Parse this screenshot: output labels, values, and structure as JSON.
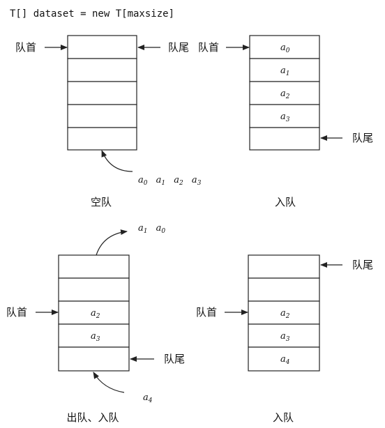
{
  "code_line": "T[] dataset = new T[maxsize]",
  "labels": {
    "front": "队首",
    "rear": "队尾"
  },
  "panels": [
    {
      "caption": "空队",
      "cells": [
        "",
        "",
        "",
        "",
        ""
      ],
      "incoming": [
        {
          "b": "a",
          "s": "0"
        },
        {
          "b": "a",
          "s": "1"
        },
        {
          "b": "a",
          "s": "2"
        },
        {
          "b": "a",
          "s": "3"
        }
      ]
    },
    {
      "caption": "入队",
      "cells": [
        {
          "b": "a",
          "s": "0"
        },
        {
          "b": "a",
          "s": "1"
        },
        {
          "b": "a",
          "s": "2"
        },
        {
          "b": "a",
          "s": "3"
        },
        ""
      ]
    },
    {
      "caption": "出队、入队",
      "cells": [
        "",
        "",
        {
          "b": "a",
          "s": "2"
        },
        {
          "b": "a",
          "s": "3"
        },
        ""
      ],
      "outgoing": [
        {
          "b": "a",
          "s": "1"
        },
        {
          "b": "a",
          "s": "0"
        }
      ],
      "incoming": [
        {
          "b": "a",
          "s": "4"
        }
      ]
    },
    {
      "caption": "入队",
      "cells": [
        "",
        "",
        {
          "b": "a",
          "s": "2"
        },
        {
          "b": "a",
          "s": "3"
        },
        {
          "b": "a",
          "s": "4"
        }
      ]
    }
  ]
}
